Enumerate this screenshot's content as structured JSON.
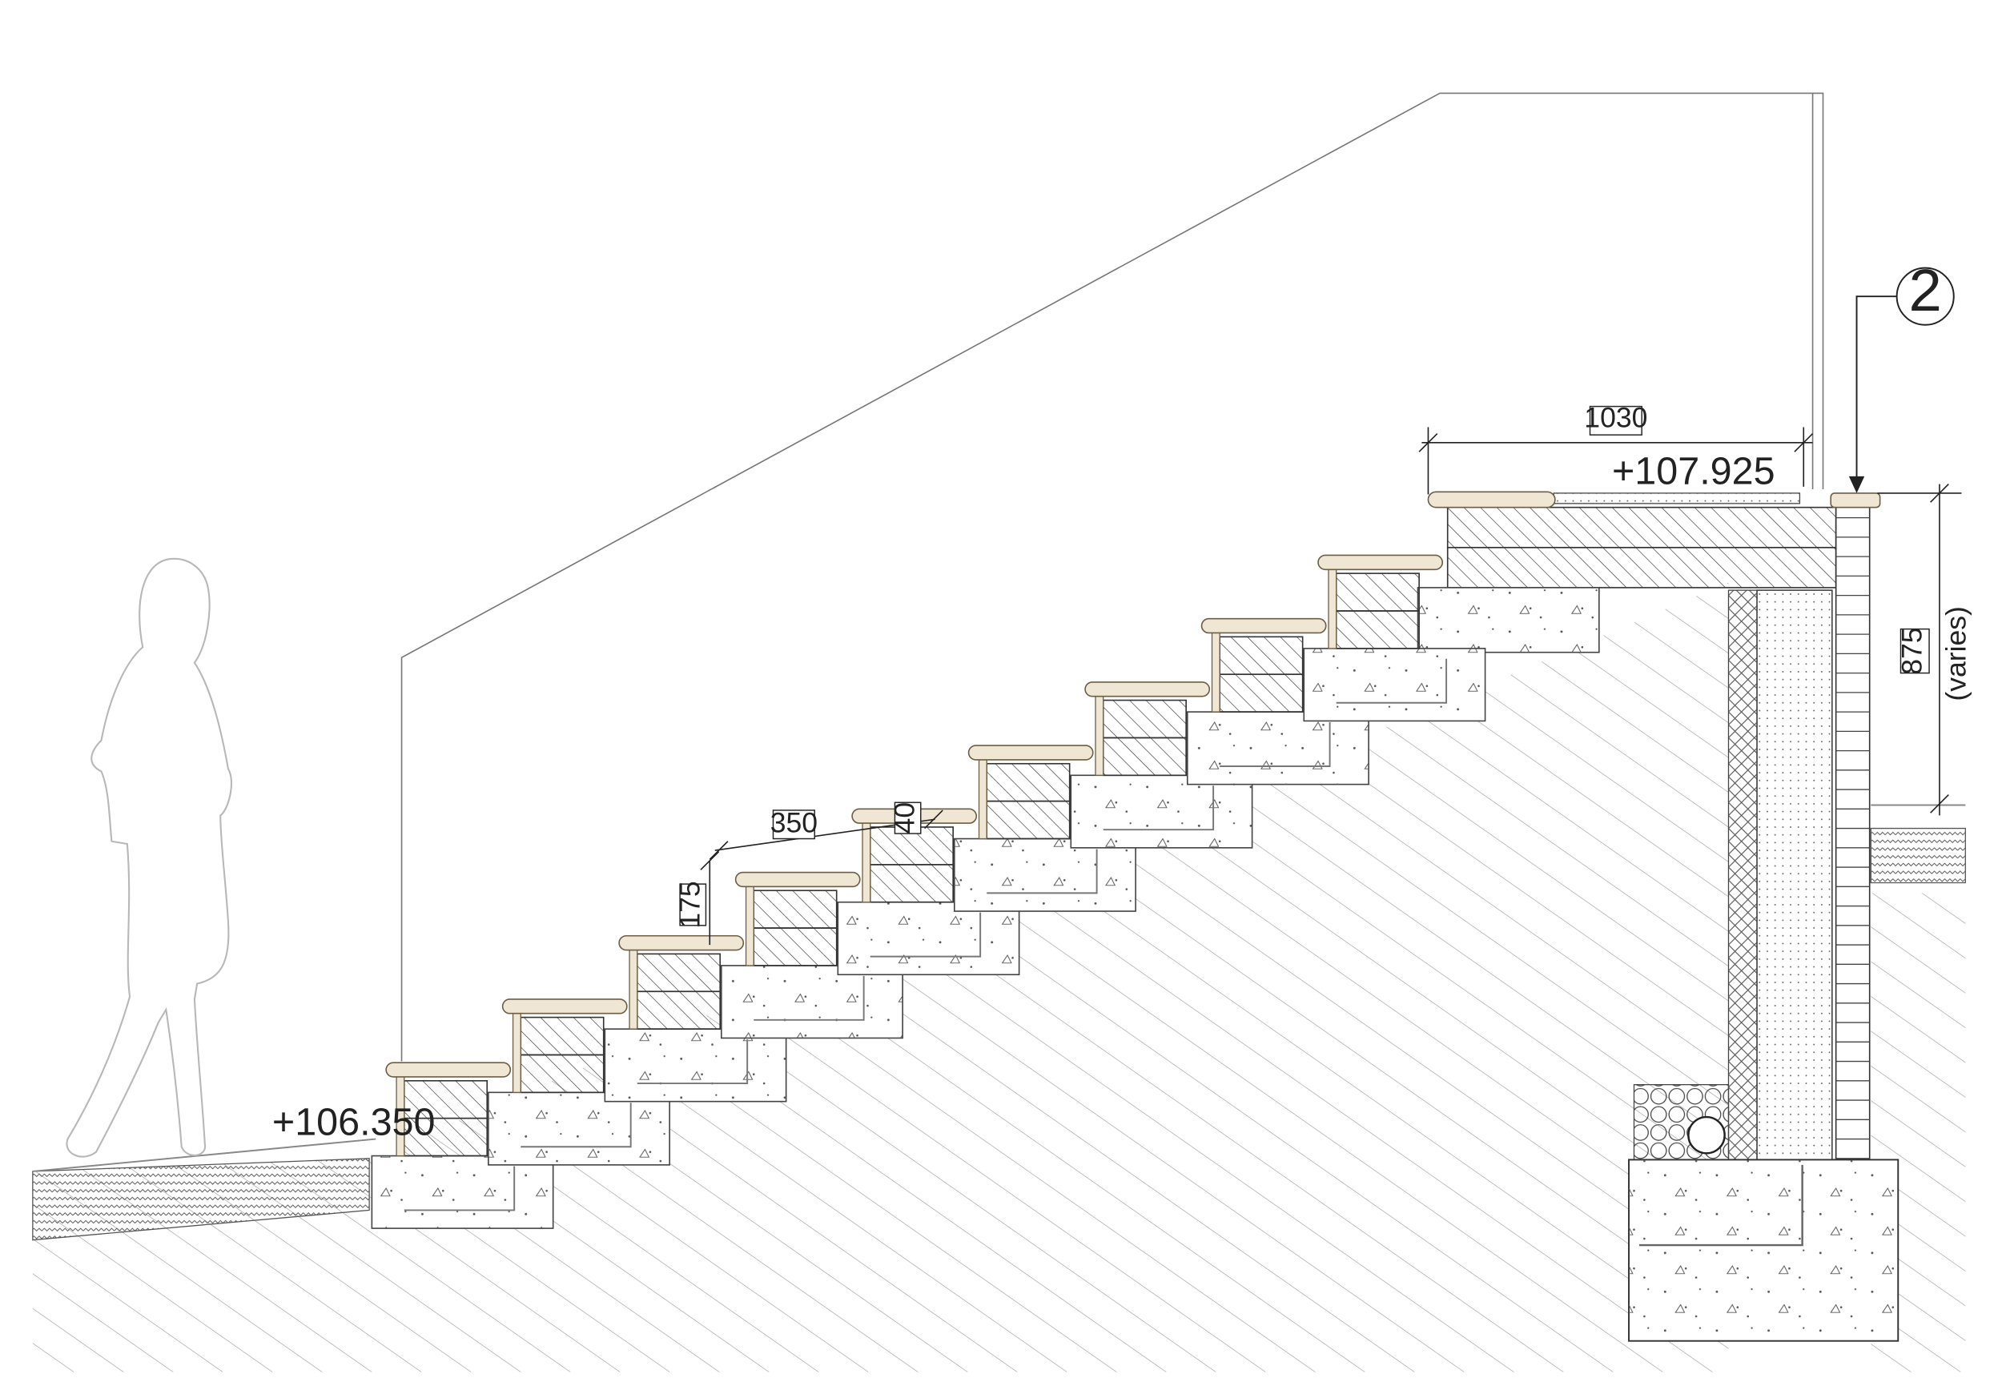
{
  "annotations": {
    "elevation_ground": "+106.350",
    "elevation_landing": "+107.925",
    "dim_landing_width": "1030",
    "dim_tread": "350",
    "dim_riser": "175",
    "dim_nosing": "40",
    "dim_wall_height": "875",
    "note_varies": "(varies)",
    "detail_callout": "2"
  },
  "colors": {
    "line": "#3a3a3a",
    "hatch": "#9a9a9a",
    "coping": "#efe6d3",
    "coping_edge": "#6d5e46",
    "concrete": "#ffffff",
    "figure": "#b8b8b8"
  },
  "elements": {
    "step_count": 9
  }
}
